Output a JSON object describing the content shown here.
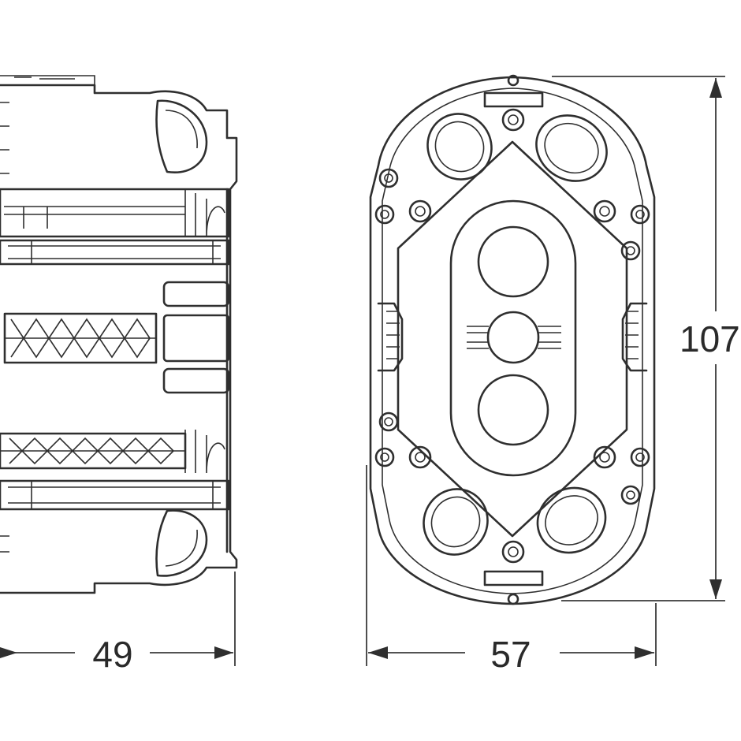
{
  "dimensions": {
    "depth": "49",
    "width": "57",
    "height": "107"
  },
  "colors": {
    "line": "#2f2f2f",
    "background": "#ffffff"
  }
}
